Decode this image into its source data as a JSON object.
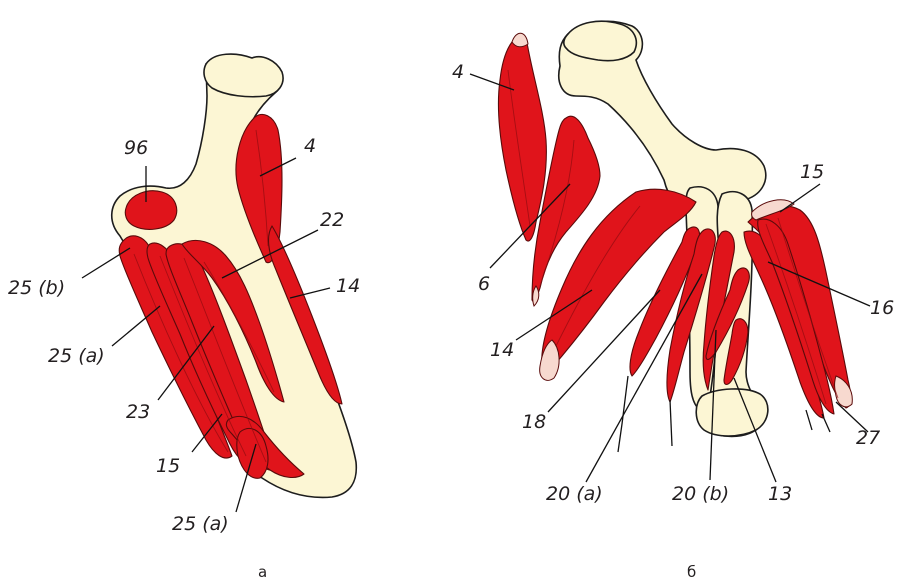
{
  "panel_a": {
    "caption": "а",
    "labels": {
      "l96": "96",
      "l4": "4",
      "l22": "22",
      "l14": "14",
      "l25b": "25 (b)",
      "l25a_1": "25 (a)",
      "l23": "23",
      "l15": "15",
      "l25a_2": "25 (a)"
    }
  },
  "panel_b": {
    "caption": "б",
    "labels": {
      "l4": "4",
      "l6": "6",
      "l14": "14",
      "l18": "18",
      "l20a": "20 (a)",
      "l20b": "20 (b)",
      "l13": "13",
      "l27": "27",
      "l16": "16",
      "l15": "15"
    }
  },
  "colors": {
    "muscle": "#e0141b",
    "bone": "#fcf6d4",
    "outline": "#1d1d1d"
  }
}
